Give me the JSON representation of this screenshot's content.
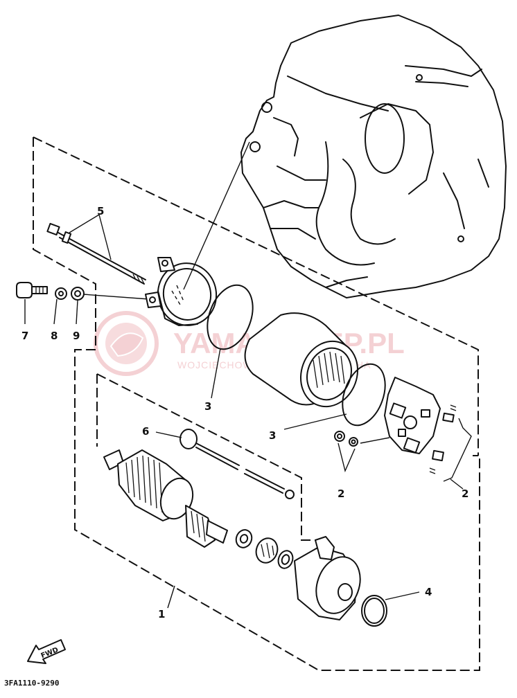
{
  "watermark": {
    "title": "YAMA-SKLEP.PL",
    "subtitle": "WOJCIECHOWICZ | DEALER YAMAHA",
    "color": "#e9a0a8"
  },
  "callouts": {
    "c1": "1",
    "c2a": "2",
    "c2b": "2",
    "c3a": "3",
    "c3b": "3",
    "c4": "4",
    "c5": "5",
    "c6": "6",
    "c7": "7",
    "c8": "8",
    "c9": "9"
  },
  "fwd_label": "FWD",
  "diagram_code": "3FA1110-9290"
}
